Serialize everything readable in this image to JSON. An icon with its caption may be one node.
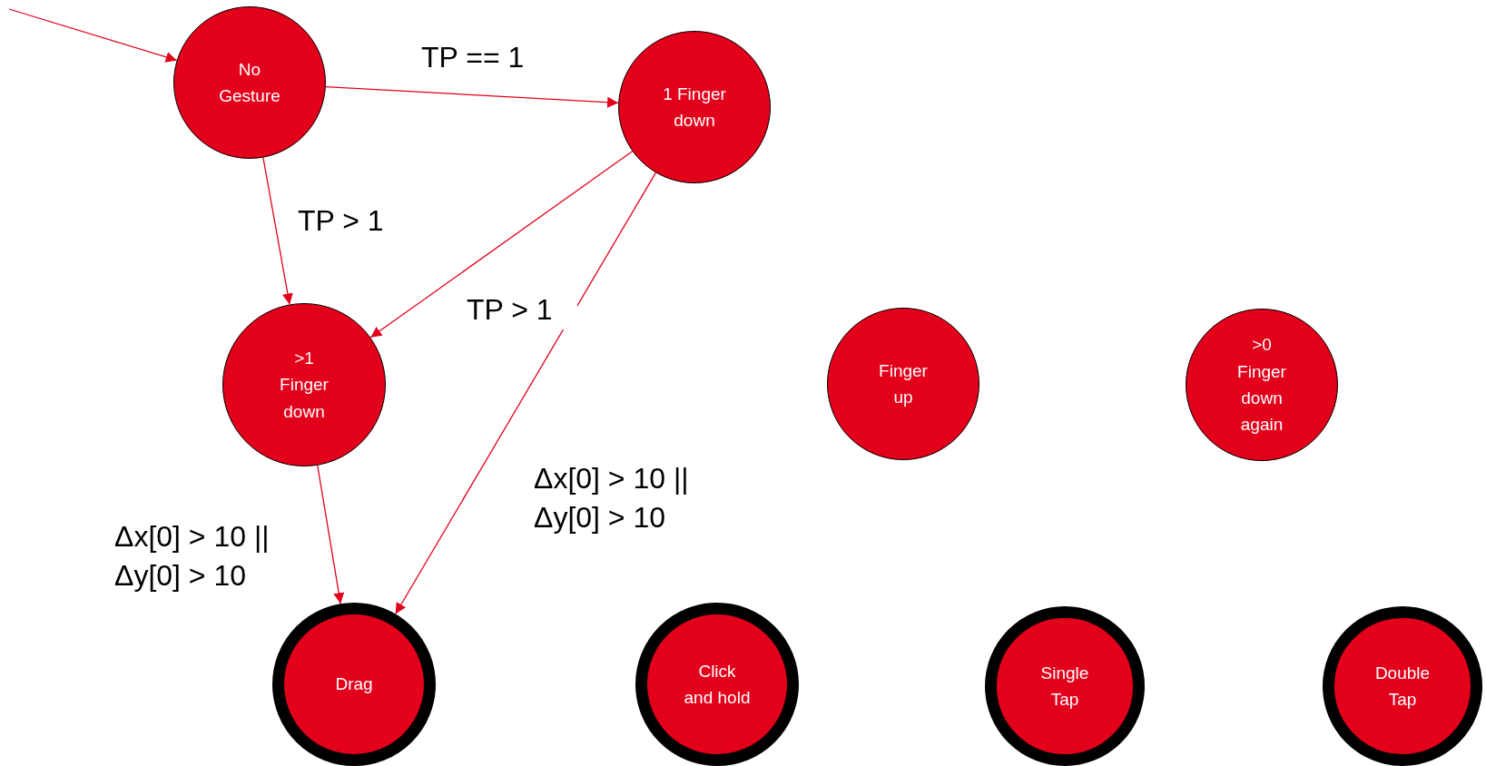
{
  "diagram": {
    "nodes": [
      {
        "text": [
          "No Gesture"
        ]
      },
      {
        "text": [
          "1 Finger down"
        ]
      },
      {
        "text": [
          ">1 Finger down"
        ]
      },
      {
        "text": [
          "Finger up"
        ]
      },
      {
        "text": [
          ">0 Finger down again"
        ]
      },
      {
        "text": [
          "Drag"
        ]
      },
      {
        "text": [
          "Click and hold"
        ]
      },
      {
        "text": [
          "Single Tap"
        ]
      },
      {
        "text": [
          "Double Tap"
        ]
      }
    ],
    "edges": [
      {
        "from": null,
        "to": 0,
        "arrow": "to"
      },
      {
        "from": 0,
        "to": 1,
        "arrow": "to",
        "label": "TP == 1"
      },
      {
        "from": 0,
        "to": 2,
        "arrow": "to",
        "label": "TP > 1"
      },
      {
        "from": 1,
        "to": 2,
        "arrow": "to",
        "label": "TP > 1"
      },
      {
        "from": 2,
        "to": 5,
        "arrow": "to",
        "label": "Δx[0] > 10 || Δy[0] > 10"
      },
      {
        "from": 1,
        "to": 5,
        "arrow": "to",
        "label": "Δx[0] > 10 || Δy[0] > 10"
      }
    ]
  }
}
